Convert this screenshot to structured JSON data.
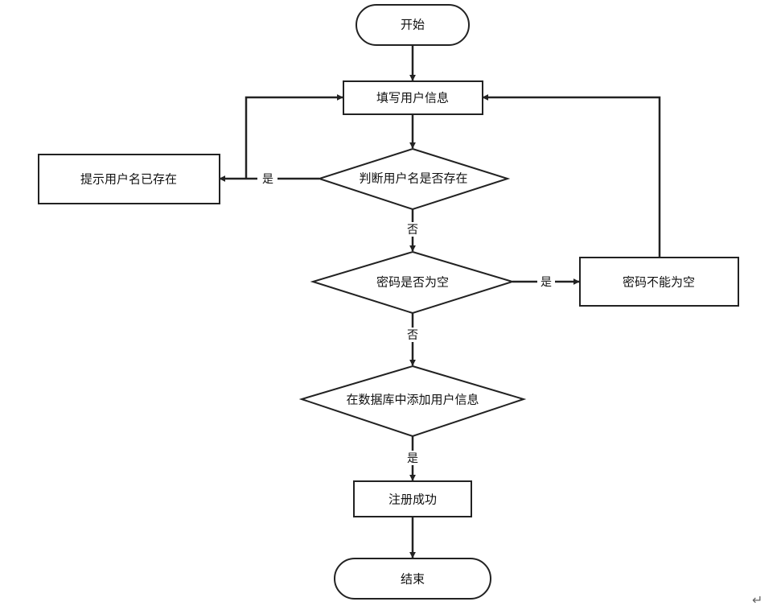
{
  "nodes": {
    "start": "开始",
    "fill_info": "填写用户信息",
    "check_name": "判断用户名是否存在",
    "name_exists": "提示用户名已存在",
    "check_pwd": "密码是否为空",
    "pwd_empty": "密码不能为空",
    "add_db": "在数据库中添加用户信息",
    "success": "注册成功",
    "end": "结束"
  },
  "edges": {
    "name_yes": "是",
    "name_no": "否",
    "pwd_yes": "是",
    "pwd_no": "否",
    "db_yes": "是"
  },
  "trailing_mark": "↵"
}
